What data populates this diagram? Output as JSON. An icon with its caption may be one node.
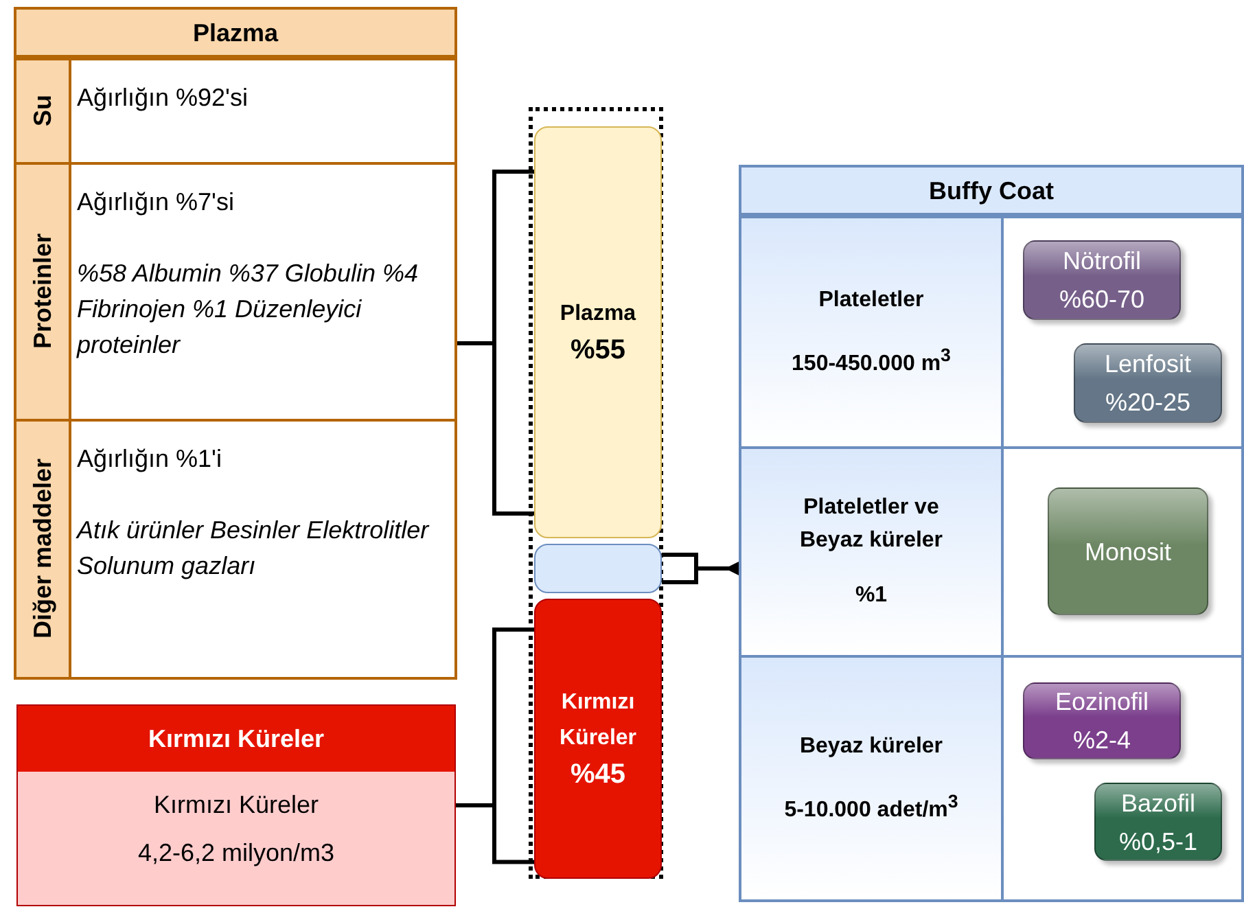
{
  "diagram": {
    "nodes": [
      {
        "text": [
          "Plazma"
        ]
      },
      {
        "text": [
          "Su",
          "Ağırlığın %92'si"
        ],
        "in": 0
      },
      {
        "text": [
          "Proteinler",
          "Ağırlığın %7'si",
          "%58 Albumin %37 Globulin %4 Fibrinojen %1 Düzenleyici proteinler"
        ],
        "in": 0
      },
      {
        "text": [
          "Diğer maddeler",
          "Ağırlığın %1'i",
          "Atık ürünler Besinler Elektrolitler Solunum gazları"
        ],
        "in": 0
      },
      {
        "text": [
          "Kırmızı Küreler",
          "Kırmızı Küreler",
          "4,2-6,2 milyon/m3"
        ]
      },
      {
        "text": [],
        "shape": "box"
      },
      {
        "text": [
          "Plazma",
          "%55"
        ],
        "in": 5
      },
      {
        "text": [],
        "shape": "box",
        "in": 5
      },
      {
        "text": [
          "Kırmızı Küreler",
          "%45"
        ],
        "in": 5
      },
      {
        "text": [
          "Buffy Coat"
        ]
      },
      {
        "text": [
          "Plateletler",
          "150-450.000 m$^{3}$"
        ],
        "in": 9
      },
      {
        "text": [
          "Nötrofil %60-70"
        ],
        "in": 10
      },
      {
        "text": [
          "Lenfosit %20-25"
        ],
        "in": 10
      },
      {
        "text": [
          "Plateletler ve Beyaz küreler",
          "%1"
        ],
        "in": 9
      },
      {
        "text": [
          "Monosit"
        ],
        "in": 13
      },
      {
        "text": [
          "Beyaz küreler",
          "5-10.000 adet/m$^{3}$"
        ],
        "in": 9
      },
      {
        "text": [
          "Eozinofil %2-4"
        ],
        "in": 15
      },
      {
        "text": [
          "Bazofil %0,5-1"
        ],
        "in": 15
      }
    ],
    "edges": [
      {
        "from": 0,
        "to": 6,
        "arrow": "none"
      },
      {
        "from": 4,
        "to": 8,
        "arrow": "none"
      },
      {
        "from": 7,
        "to": 9,
        "arrow": "other"
      }
    ]
  }
}
